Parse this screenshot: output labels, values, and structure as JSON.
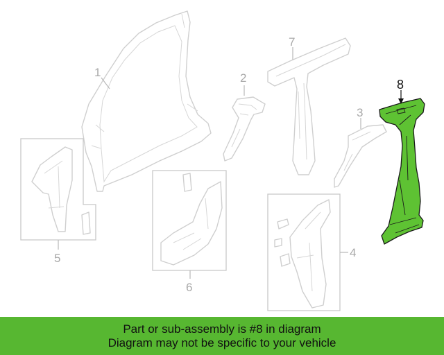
{
  "diagram": {
    "callouts": {
      "c1": "1",
      "c2": "2",
      "c3": "3",
      "c4": "4",
      "c5": "5",
      "c6": "6",
      "c7": "7",
      "c8": "8"
    },
    "highlighted_part": "8",
    "colors": {
      "highlight": "#5ec233",
      "outline": "#cfcfcf",
      "banner": "#57b731"
    }
  },
  "banner": {
    "line1": "Part or sub-assembly is #8 in diagram",
    "line2": "Diagram may not be specific to your vehicle"
  }
}
